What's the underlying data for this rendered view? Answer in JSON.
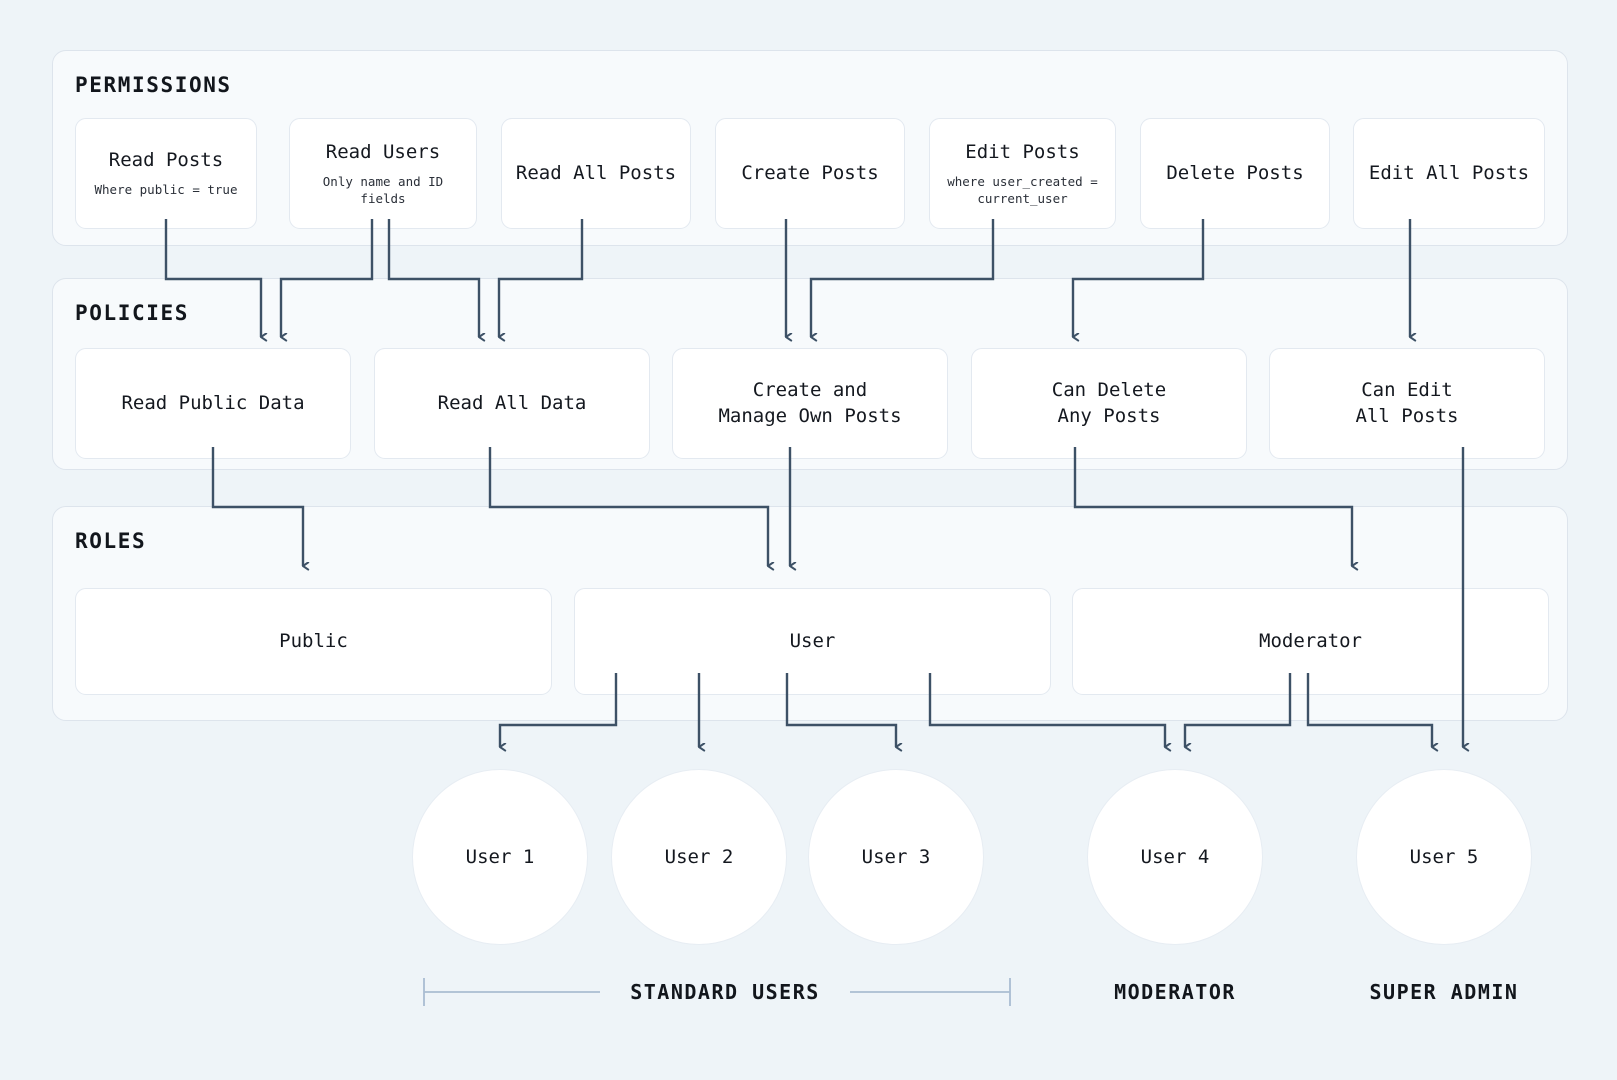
{
  "page": {
    "background": "#eef4f8",
    "line_color": "#3d5166",
    "card_background": "#ffffff",
    "panel_background": "#f7fafc"
  },
  "sections": {
    "permissions": {
      "title": "PERMISSIONS"
    },
    "policies": {
      "title": "POLICIES"
    },
    "roles": {
      "title": "ROLES"
    }
  },
  "permissions": [
    {
      "title": "Read Posts",
      "sub": "Where public = true"
    },
    {
      "title": "Read Users",
      "sub": "Only name and ID fields"
    },
    {
      "title": "Read All Posts",
      "sub": ""
    },
    {
      "title": "Create Posts",
      "sub": ""
    },
    {
      "title": "Edit Posts",
      "sub": "where user_created =\ncurrent_user"
    },
    {
      "title": "Delete Posts",
      "sub": ""
    },
    {
      "title": "Edit All Posts",
      "sub": ""
    }
  ],
  "policies": [
    {
      "title": "Read Public Data"
    },
    {
      "title": "Read All Data"
    },
    {
      "title": "Create and\nManage Own Posts"
    },
    {
      "title": "Can Delete\nAny Posts"
    },
    {
      "title": "Can Edit\nAll Posts"
    }
  ],
  "roles": [
    {
      "title": "Public"
    },
    {
      "title": "User"
    },
    {
      "title": "Moderator"
    }
  ],
  "users": [
    {
      "label": "User 1"
    },
    {
      "label": "User 2"
    },
    {
      "label": "User 3"
    },
    {
      "label": "User 4"
    },
    {
      "label": "User 5"
    }
  ],
  "group_labels": [
    {
      "label": "STANDARD USERS"
    },
    {
      "label": "MODERATOR"
    },
    {
      "label": "SUPER ADMIN"
    }
  ]
}
